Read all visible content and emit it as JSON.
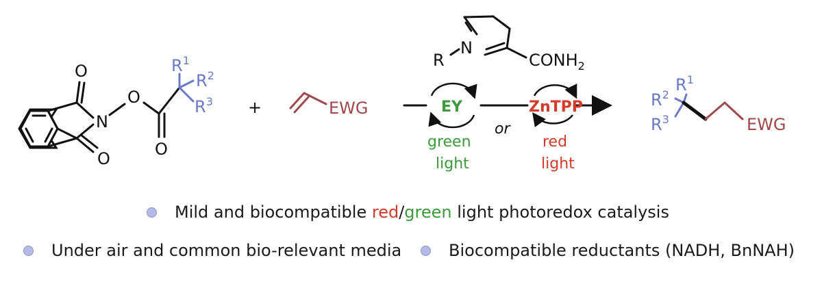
{
  "colors": {
    "blue": "#6b78c8",
    "wine": "#a0484e",
    "green": "#3d9a3d",
    "red": "#d53a2a",
    "bullet": "#b3bbe6"
  },
  "reactant1": {
    "atom_o_top": "O",
    "atom_n": "N",
    "atom_o_link": "O",
    "atom_o_bottom": "O",
    "atom_o_ester": "O",
    "r1": "R",
    "r1_sup": "1",
    "r2": "R",
    "r2_sup": "2",
    "r3": "R",
    "r3_sup": "3"
  },
  "plus": "+",
  "reactant2": {
    "ewg": "EWG"
  },
  "reductant": {
    "r": "R",
    "n": "N",
    "group": "CONH",
    "group_sub": "2"
  },
  "conditions": {
    "catalyst1": "EY",
    "catalyst2": "ZnTPP",
    "or": "or",
    "light1_line1": "green",
    "light1_line2": "light",
    "light2_line1": "red",
    "light2_line2": "light"
  },
  "product": {
    "r1": "R",
    "r1_sup": "1",
    "r2": "R",
    "r2_sup": "2",
    "r3": "R",
    "r3_sup": "3",
    "ewg": "EWG"
  },
  "bullets": {
    "b1_before": "Mild and biocompatible ",
    "b1_red": "red",
    "b1_slash": "/",
    "b1_green": "green",
    "b1_after": " light photoredox catalysis",
    "b2": "Under air and common bio-relevant media",
    "b3": "Biocompatible reductants (NADH, BnNAH)"
  }
}
